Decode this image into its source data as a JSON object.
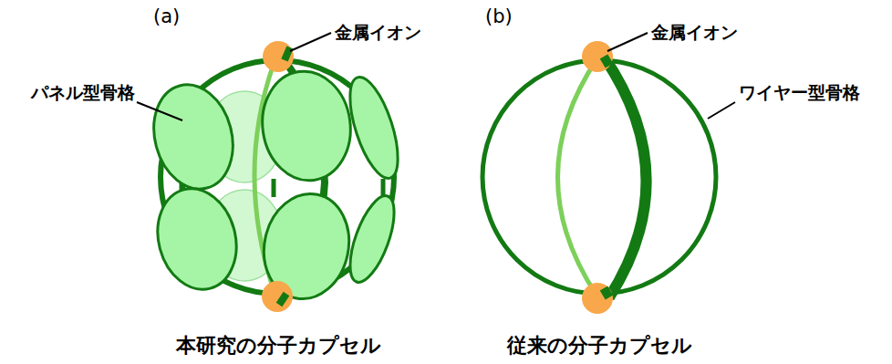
{
  "diagram": {
    "labels": [
      "(a)",
      "金属イオン",
      "パネル型骨格",
      "本研究の分子カプセル",
      "(b)",
      "金属イオン",
      "ワイヤー型骨格",
      "従来の分子カプセル"
    ]
  }
}
